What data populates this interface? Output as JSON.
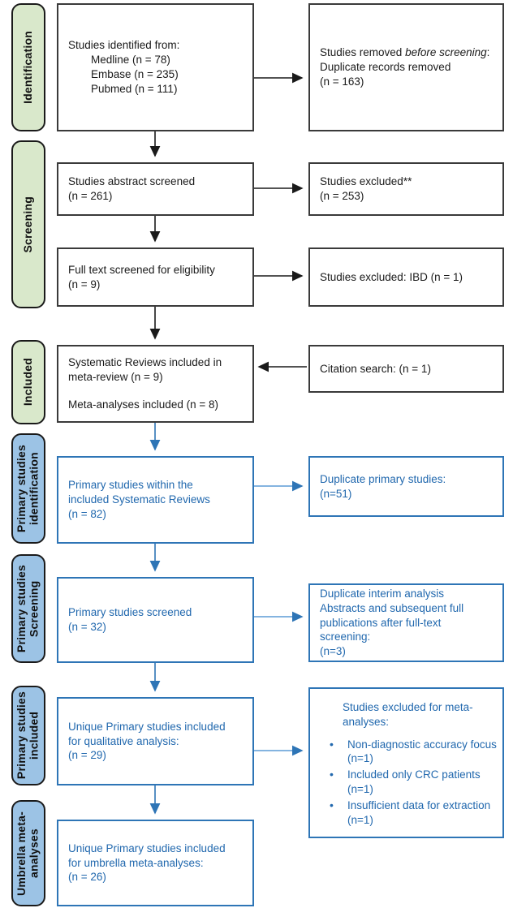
{
  "diagram": {
    "title": "PRISMA flow diagram",
    "colors": {
      "stage_green_fill": "#d9e8cb",
      "stage_blue_fill": "#9cc3e5",
      "stage_border": "#1a1a1a",
      "box_border_dark": "#3a3a3a",
      "box_border_blue": "#2e75b6",
      "text_dark": "#1a1a1a",
      "text_blue": "#2168ae",
      "arrow_dark": "#1a1a1a",
      "arrow_blue": "#2e75b6"
    }
  },
  "stages": [
    {
      "id": "identification",
      "label": "Identification",
      "color": "green"
    },
    {
      "id": "screening",
      "label": "Screening",
      "color": "green"
    },
    {
      "id": "included",
      "label": "Included",
      "color": "green"
    },
    {
      "id": "primary-studies-identification",
      "label": "Primary studies\nidentification",
      "color": "blue"
    },
    {
      "id": "primary-studies-screening",
      "label": "Primary studies\nScreening",
      "color": "blue"
    },
    {
      "id": "primary-studies-included",
      "label": "Primary studies\nincluded",
      "color": "blue"
    },
    {
      "id": "umbrella-meta-analyses",
      "label": "Umbrella meta-\nanalyses",
      "color": "blue"
    }
  ],
  "boxes": {
    "identified": {
      "line1": "Studies identified from:",
      "line2": "Medline (n = 78)",
      "line3": "Embase (n = 235)",
      "line4": "Pubmed (n = 111)"
    },
    "removed_before_screening": {
      "lead": "Studies removed ",
      "italic": "before screening",
      "colon": ":",
      "line2": "Duplicate records removed",
      "line3": "(n = 163)"
    },
    "abstract_screened": {
      "line1": "Studies abstract screened",
      "line2": "(n = 261)"
    },
    "studies_excluded": {
      "line1": "Studies excluded**",
      "line2": "(n = 253)"
    },
    "full_text_screened": {
      "line1": "Full text screened for eligibility",
      "line2": "(n = 9)"
    },
    "excluded_ibd": {
      "line1": "Studies excluded: IBD (n = 1)"
    },
    "sr_included": {
      "line1": "Systematic Reviews included in",
      "line2": "meta-review (n = 9)",
      "line3": "Meta-analyses included (n = 8)"
    },
    "citation_search": {
      "line1": "Citation search: (n = 1)"
    },
    "primary_within_sr": {
      "line1": "Primary studies within the",
      "line2": "included Systematic Reviews",
      "line3": "(n = 82)"
    },
    "duplicate_primary": {
      "line1": "Duplicate primary studies:",
      "line2": "(n=51)"
    },
    "primary_screened": {
      "line1": "Primary studies screened",
      "line2": "(n = 32)"
    },
    "duplicate_interim": {
      "line1": "Duplicate interim analysis",
      "line2": "Abstracts and subsequent full",
      "line3": "publications after full-text",
      "line4": "screening:",
      "line5": "(n=3)"
    },
    "unique_qualitative": {
      "line1": "Unique Primary studies included",
      "line2": "for qualitative analysis:",
      "line3": "(n = 29)"
    },
    "excluded_meta": {
      "line1": "Studies excluded for meta-",
      "line2": "analyses:",
      "bullets": [
        "Non-diagnostic accuracy focus (n=1)",
        "Included only CRC patients (n=1)",
        "Insufficient data for extraction (n=1)"
      ]
    },
    "unique_umbrella": {
      "line1": "Unique Primary studies included",
      "line2": "for umbrella meta-analyses:",
      "line3": "(n = 26)"
    }
  }
}
